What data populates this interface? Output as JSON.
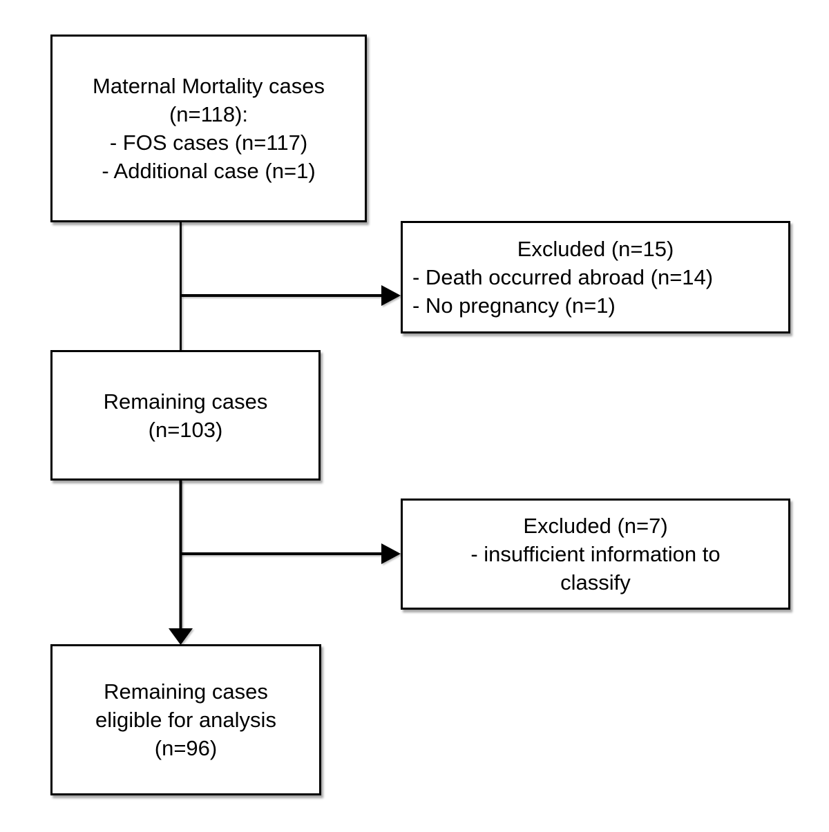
{
  "diagram": {
    "type": "flowchart",
    "background_color": "#ffffff",
    "line_color": "#000000",
    "nodes": {
      "start": {
        "lines": [
          "Maternal Mortality cases",
          "(n=118):",
          "- FOS cases (n=117)",
          "- Additional case (n=1)"
        ]
      },
      "excluded1": {
        "title": "Excluded (n=15)",
        "items": [
          "- Death occurred abroad (n=14)",
          "- No pregnancy (n=1)"
        ]
      },
      "remaining": {
        "lines": [
          "Remaining cases",
          "(n=103)"
        ]
      },
      "excluded2": {
        "title": "Excluded (n=7)",
        "lines": [
          "- insufficient information to",
          "classify"
        ]
      },
      "final": {
        "lines": [
          "Remaining cases",
          "eligible for analysis",
          "(n=96)"
        ]
      }
    },
    "edges": [
      {
        "from": "start",
        "to": "remaining",
        "arrowhead": false
      },
      {
        "from": "start",
        "to": "excluded1",
        "arrowhead": true
      },
      {
        "from": "remaining",
        "to": "final",
        "arrowhead": true
      },
      {
        "from": "remaining",
        "to": "excluded2",
        "arrowhead": true
      }
    ]
  }
}
